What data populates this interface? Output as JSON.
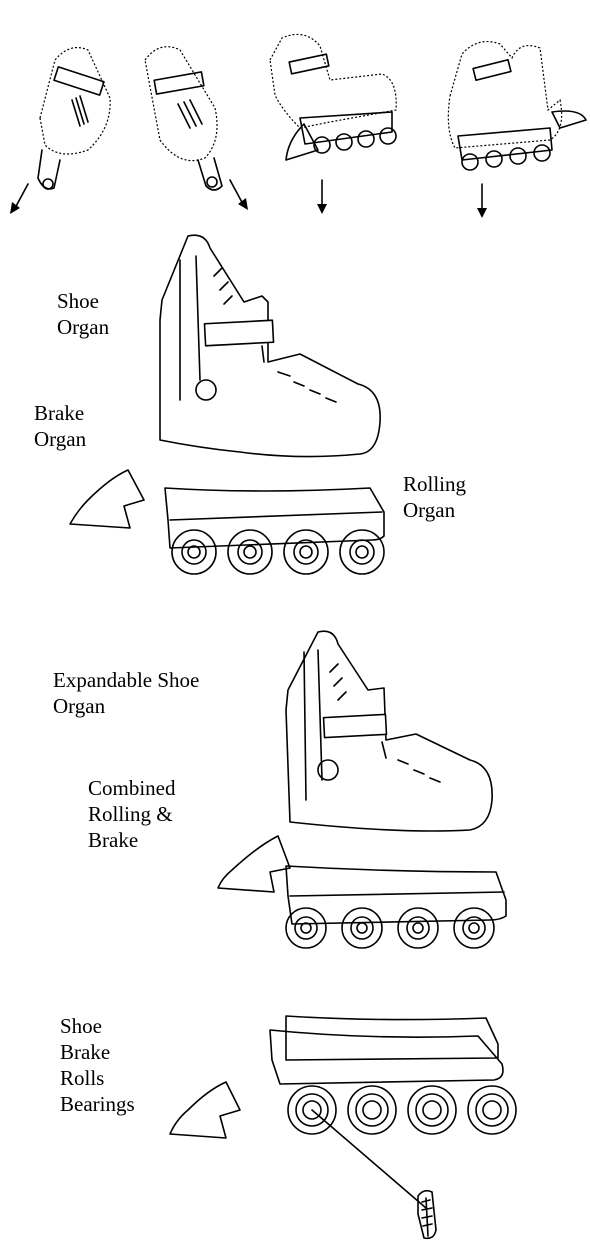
{
  "labels": {
    "shoe_organ": "Shoe\nOrgan",
    "brake_organ": "Brake\nOrgan",
    "rolling_organ": "Rolling\nOrgan",
    "expandable_shoe_organ": "Expandable Shoe\nOrgan",
    "combined_rolling_brake": "Combined\nRolling  &\nBrake",
    "parts_list": "Shoe\nBrake\nRolls\nBearings"
  },
  "icons": [
    "skate-view-icon",
    "down-arrow-icon",
    "skate-boot-icon",
    "brake-piece-icon",
    "wheel-icon",
    "bearing-icon"
  ]
}
